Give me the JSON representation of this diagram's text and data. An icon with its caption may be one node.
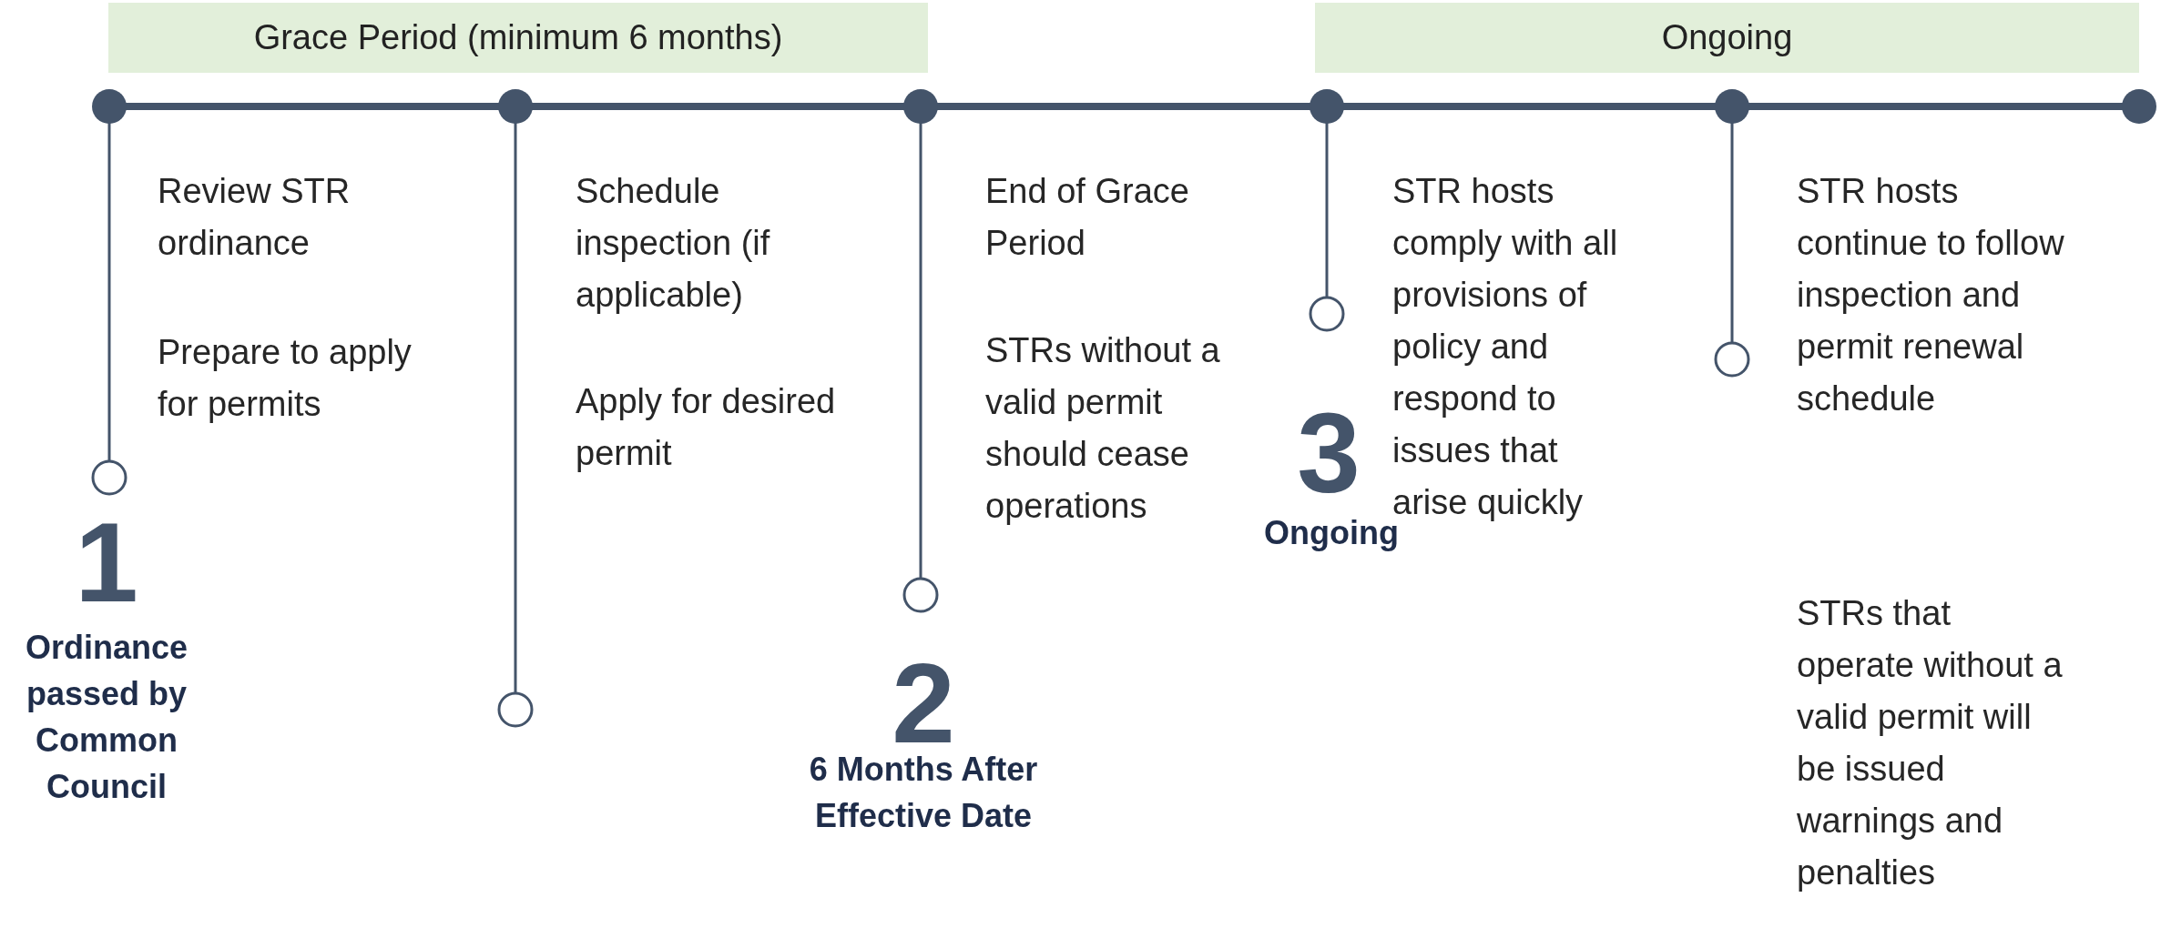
{
  "diagram": {
    "nodes": [
      {
        "text": [
          "Grace Period (minimum 6 months)"
        ]
      },
      {
        "text": [
          "Ongoing"
        ]
      }
    ],
    "labels": [
      "Review STR ordinance",
      "Prepare to apply for permits",
      "Schedule inspection (if applicable)",
      "Apply for desired permit",
      "End of Grace Period",
      "STRs without a valid permit should cease operations",
      "STR hosts comply with all provisions of policy and respond to issues that arise quickly",
      "STR hosts continue to follow inspection and permit renewal schedule",
      "STRs that operate without a valid permit will be issued warnings and penalties",
      "1",
      "Ordinance passed by Common Council",
      "2",
      "6 Months After Effective Date",
      "3",
      "Ongoing"
    ]
  }
}
